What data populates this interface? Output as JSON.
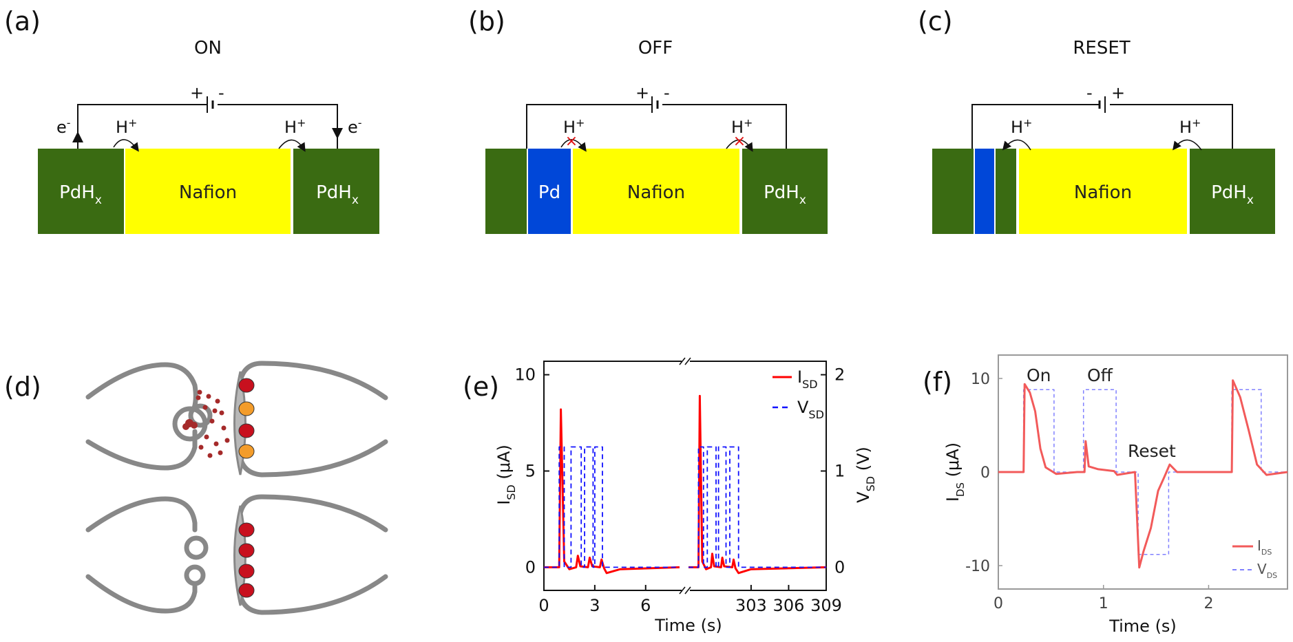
{
  "panels": {
    "a": {
      "label": "(a)",
      "title": "ON",
      "left": "PdH",
      "left_sub": "x",
      "middle": "Nafion",
      "right": "PdH",
      "right_sub": "x",
      "battery_plus": "+",
      "battery_minus": "-",
      "ion": "H",
      "ion_sup": "+",
      "electron": "e",
      "electron_sup": "-"
    },
    "b": {
      "label": "(b)",
      "title": "OFF",
      "pd": "Pd",
      "middle": "Nafion",
      "right": "PdH",
      "right_sub": "x",
      "battery_plus": "+",
      "battery_minus": "-",
      "ion": "H",
      "ion_sup": "+",
      "block_mark": "×"
    },
    "c": {
      "label": "(c)",
      "title": "RESET",
      "middle": "Nafion",
      "right": "PdH",
      "right_sub": "x",
      "battery_plus": "+",
      "battery_minus": "-",
      "ion": "H",
      "ion_sup": "+"
    },
    "d": {
      "label": "(d)"
    },
    "e": {
      "label": "(e)"
    },
    "f": {
      "label": "(f)"
    }
  },
  "colors": {
    "pdhx": "#3a6b12",
    "nafion": "#ffff00",
    "pd": "#0047d8",
    "wire": "#111111",
    "isd": "#ff0000",
    "vsd": "#1010ff",
    "ids": "#f25a5a",
    "vds": "#8080ff",
    "synapse": "#888888",
    "vesicle": "#a52a2a",
    "receptor_red": "#c8101e",
    "receptor_orange": "#f39c2a"
  },
  "chart_data": [
    {
      "type": "line",
      "panel": "(e)",
      "xlabel": "Time (s)",
      "ylabel": "I",
      "ylabel_sub": "SD",
      "ylabel_unit": " (μA)",
      "y2label": "V",
      "y2label_sub": "SD",
      "y2label_unit": " (V)",
      "x_ticks_left": [
        "0",
        "3",
        "6"
      ],
      "x_ticks_right": [
        "303",
        "306",
        "309"
      ],
      "y_ticks": [
        "0",
        "5",
        "10"
      ],
      "y2_ticks": [
        "0",
        "1",
        "2"
      ],
      "ylim": [
        -1.2,
        10.7
      ],
      "y2lim": [
        -0.24,
        2.14
      ],
      "broken_axis": true,
      "legend": [
        {
          "name": "I",
          "sub": "SD"
        },
        {
          "name": "V",
          "sub": "SD"
        }
      ],
      "legend_position": "top-right",
      "series": [
        {
          "name": "ISD",
          "axis": "left",
          "segments": [
            [
              [
                0,
                0
              ],
              [
                0.9,
                0
              ],
              [
                1.0,
                8.2
              ],
              [
                1.2,
                0.3
              ],
              [
                1.5,
                -0.1
              ],
              [
                1.9,
                0
              ],
              [
                2.0,
                0.6
              ],
              [
                2.15,
                0.05
              ],
              [
                2.6,
                0
              ],
              [
                2.7,
                0.5
              ],
              [
                2.85,
                0.05
              ],
              [
                3.3,
                0
              ],
              [
                3.4,
                0.4
              ],
              [
                3.55,
                -0.05
              ],
              [
                3.7,
                -0.3
              ],
              [
                4.5,
                -0.1
              ],
              [
                8,
                0
              ]
            ],
            [
              [
                298,
                0
              ],
              [
                298.8,
                0
              ],
              [
                298.9,
                8.9
              ],
              [
                299.1,
                0.3
              ],
              [
                299.4,
                -0.1
              ],
              [
                299.8,
                0
              ],
              [
                299.9,
                0.7
              ],
              [
                300.05,
                0.05
              ],
              [
                300.6,
                0
              ],
              [
                300.7,
                0.5
              ],
              [
                300.85,
                0.05
              ],
              [
                301.5,
                0
              ],
              [
                301.6,
                0.4
              ],
              [
                301.75,
                -0.05
              ],
              [
                302.0,
                -0.3
              ],
              [
                303,
                -0.1
              ],
              [
                309,
                0
              ]
            ]
          ]
        },
        {
          "name": "VSD",
          "axis": "right",
          "segments": [
            [
              [
                0,
                0
              ],
              [
                0.9,
                0
              ],
              [
                0.9,
                1.25
              ],
              [
                1.2,
                1.25
              ],
              [
                1.2,
                0
              ],
              [
                1.6,
                0
              ],
              [
                1.6,
                1.25
              ],
              [
                2.2,
                1.25
              ],
              [
                2.2,
                0
              ],
              [
                2.4,
                0
              ],
              [
                2.4,
                1.25
              ],
              [
                2.9,
                1.25
              ],
              [
                2.9,
                0
              ],
              [
                3.0,
                0
              ],
              [
                3.0,
                1.25
              ],
              [
                3.45,
                1.25
              ],
              [
                3.45,
                0
              ],
              [
                8,
                0
              ]
            ],
            [
              [
                298,
                0
              ],
              [
                298.8,
                0
              ],
              [
                298.8,
                1.25
              ],
              [
                299.2,
                1.25
              ],
              [
                299.2,
                0
              ],
              [
                299.5,
                0
              ],
              [
                299.5,
                1.25
              ],
              [
                300.2,
                1.25
              ],
              [
                300.2,
                0
              ],
              [
                300.4,
                0
              ],
              [
                300.4,
                1.25
              ],
              [
                301.0,
                1.25
              ],
              [
                301.0,
                0
              ],
              [
                301.3,
                0
              ],
              [
                301.3,
                1.25
              ],
              [
                302.0,
                1.25
              ],
              [
                302.0,
                0
              ],
              [
                309,
                0
              ]
            ]
          ]
        }
      ]
    },
    {
      "type": "line",
      "panel": "(f)",
      "xlabel": "Time (s)",
      "ylabel": "I",
      "ylabel_sub": "DS",
      "ylabel_unit": " (μA)",
      "x_ticks": [
        "0",
        "1",
        "2"
      ],
      "y_ticks": [
        "10",
        "0",
        "-10"
      ],
      "xlim": [
        0,
        2.75
      ],
      "ylim": [
        -12.5,
        12.5
      ],
      "annotations": [
        "On",
        "Off",
        "Reset"
      ],
      "legend": [
        {
          "name": "I",
          "sub": "DS"
        },
        {
          "name": "V",
          "sub": "DS"
        }
      ],
      "legend_position": "bottom-right",
      "series": [
        {
          "name": "IDS",
          "points": [
            [
              0,
              0
            ],
            [
              0.24,
              0
            ],
            [
              0.25,
              9.4
            ],
            [
              0.3,
              8.5
            ],
            [
              0.35,
              6.5
            ],
            [
              0.4,
              2.5
            ],
            [
              0.45,
              0.5
            ],
            [
              0.55,
              -0.2
            ],
            [
              0.75,
              0
            ],
            [
              0.82,
              0
            ],
            [
              0.83,
              3.3
            ],
            [
              0.86,
              0.6
            ],
            [
              0.95,
              0.3
            ],
            [
              1.1,
              0.1
            ],
            [
              1.13,
              -0.3
            ],
            [
              1.3,
              0
            ],
            [
              1.34,
              -10.2
            ],
            [
              1.38,
              -8.5
            ],
            [
              1.45,
              -6
            ],
            [
              1.52,
              -2
            ],
            [
              1.58,
              -0.5
            ],
            [
              1.63,
              0.8
            ],
            [
              1.7,
              0
            ],
            [
              2.22,
              0
            ],
            [
              2.23,
              9.8
            ],
            [
              2.3,
              8
            ],
            [
              2.38,
              4.5
            ],
            [
              2.46,
              0.8
            ],
            [
              2.55,
              -0.3
            ],
            [
              2.75,
              0
            ]
          ]
        },
        {
          "name": "VDS",
          "points": [
            [
              0,
              0
            ],
            [
              0.24,
              0
            ],
            [
              0.24,
              8.8
            ],
            [
              0.53,
              8.8
            ],
            [
              0.53,
              0
            ],
            [
              0.81,
              0
            ],
            [
              0.81,
              8.8
            ],
            [
              1.12,
              8.8
            ],
            [
              1.12,
              0
            ],
            [
              1.33,
              0
            ],
            [
              1.33,
              -8.8
            ],
            [
              1.62,
              -8.8
            ],
            [
              1.62,
              0
            ],
            [
              2.22,
              0
            ],
            [
              2.22,
              8.8
            ],
            [
              2.5,
              8.8
            ],
            [
              2.5,
              0
            ],
            [
              2.75,
              0
            ]
          ]
        }
      ]
    }
  ]
}
